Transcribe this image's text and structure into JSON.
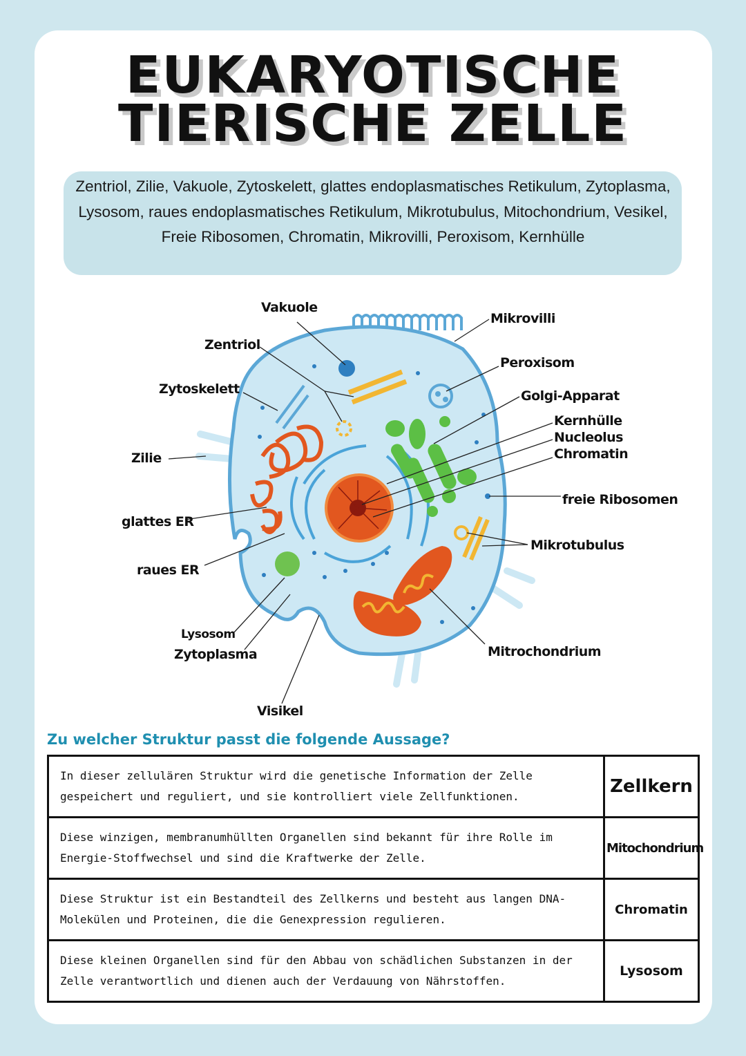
{
  "title": {
    "line1": "EUKARYOTISCHE",
    "line2": "TIERISCHE ZELLE"
  },
  "wordbank": "Zentriol, Zilie, Vakuole, Zytoskelett, glattes endoplasmatisches Retikulum, Zytoplasma, Lysosom, raues endoplasmatisches Retikulum, Mikrotubulus, Mitochondrium, Vesikel, Freie Ribosomen, Chromatin, Mikrovilli, Peroxisom, Kernhülle",
  "labels": {
    "vakuole": "Vakuole",
    "zentriol": "Zentriol",
    "zytoskelett": "Zytoskelett",
    "zilie": "Zilie",
    "glattes_er": "glattes ER",
    "raues_er": "raues ER",
    "lysosom": "Lysosom",
    "zytoplasma": "Zytoplasma",
    "visikel": "Visikel",
    "mikrovilli": "Mikrovilli",
    "peroxisom": "Peroxisom",
    "golgi": "Golgi-Apparat",
    "kernhuelle": "Kernhülle",
    "nucleolus": "Nucleolus",
    "chromatin": "Chromatin",
    "freie_ribosomen": "freie Ribosomen",
    "mikrotubulus": "Mikrotubulus",
    "mitochondrium": "Mitrochondrium"
  },
  "question": "Zu welcher Struktur passt die folgende Aussage?",
  "rows": [
    {
      "statement": "In dieser zellulären Struktur wird die genetische Information der Zelle gespeichert und reguliert, und sie kontrolliert viele Zellfunktionen.",
      "answer": "Zellkern"
    },
    {
      "statement": "Diese winzigen, membranumhüllten Organellen sind bekannt für ihre Rolle im Energie-Stoffwechsel und sind die Kraftwerke der Zelle.",
      "answer": "Mitochondrium"
    },
    {
      "statement": "Diese Struktur ist ein Bestandteil des Zellkerns und besteht aus langen DNA-Molekülen und Proteinen, die die Genexpression regulieren.",
      "answer": "Chromatin"
    },
    {
      "statement": "Diese kleinen Organellen sind für den Abbau von schädlichen Substanzen in der Zelle verantwortlich und dienen auch der Verdauung von Nährstoffen.",
      "answer": "Lysosom"
    }
  ],
  "colors": {
    "background": "#cfe7ee",
    "cell_fill": "#cde8f4",
    "membrane": "#5ba7d6",
    "nucleus": "#e2571f",
    "mitochondrion": "#e2571f",
    "golgi": "#5cbf45",
    "accent_question": "#1f8fb0"
  }
}
